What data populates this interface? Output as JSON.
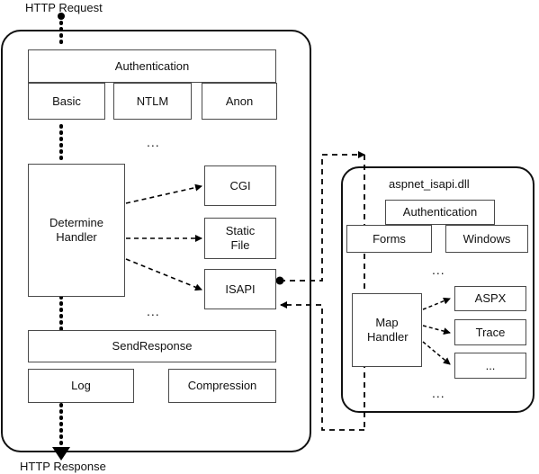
{
  "http_request_label": "HTTP Request",
  "http_response_label": "HTTP Response",
  "iis": {
    "authentication": "Authentication",
    "auth_methods": [
      "Basic",
      "NTLM",
      "Anon"
    ],
    "ellipsis": "...",
    "determine_handler": "Determine Handler",
    "handlers": [
      "CGI",
      "Static File",
      "ISAPI"
    ],
    "send_response": "SendResponse",
    "log": "Log",
    "compression": "Compression"
  },
  "aspnet": {
    "title": "aspnet_isapi.dll",
    "authentication": "Authentication",
    "auth_methods": [
      "Forms",
      "Windows"
    ],
    "ellipsis": "...",
    "map_handler": "Map Handler",
    "handlers": [
      "ASPX",
      "Trace",
      "..."
    ]
  }
}
